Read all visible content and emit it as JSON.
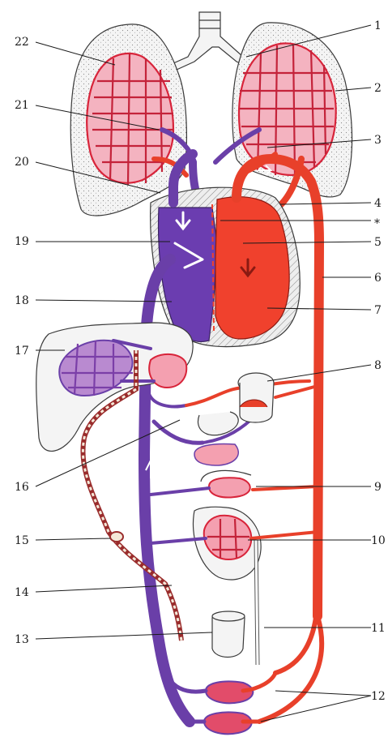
{
  "labels": {
    "l1": "1",
    "l2": "2",
    "l3": "3",
    "l4": "4",
    "lstar": "*",
    "l5": "5",
    "l6": "6",
    "l7": "7",
    "l8": "8",
    "l9": "9",
    "l10": "10",
    "l11": "11",
    "l12": "12",
    "l13": "13",
    "l14": "14",
    "l15": "15",
    "l16": "16",
    "l17": "17",
    "l18": "18",
    "l19": "19",
    "l20": "20",
    "l21": "21",
    "l22": "22"
  },
  "colors": {
    "artery": "#e8402a",
    "vein": "#6a3fa8",
    "lung": "#f2f2f2",
    "heart_left": "#f0412d",
    "heart_right": "#6b3db0",
    "lymph": "#9a2c2c"
  }
}
